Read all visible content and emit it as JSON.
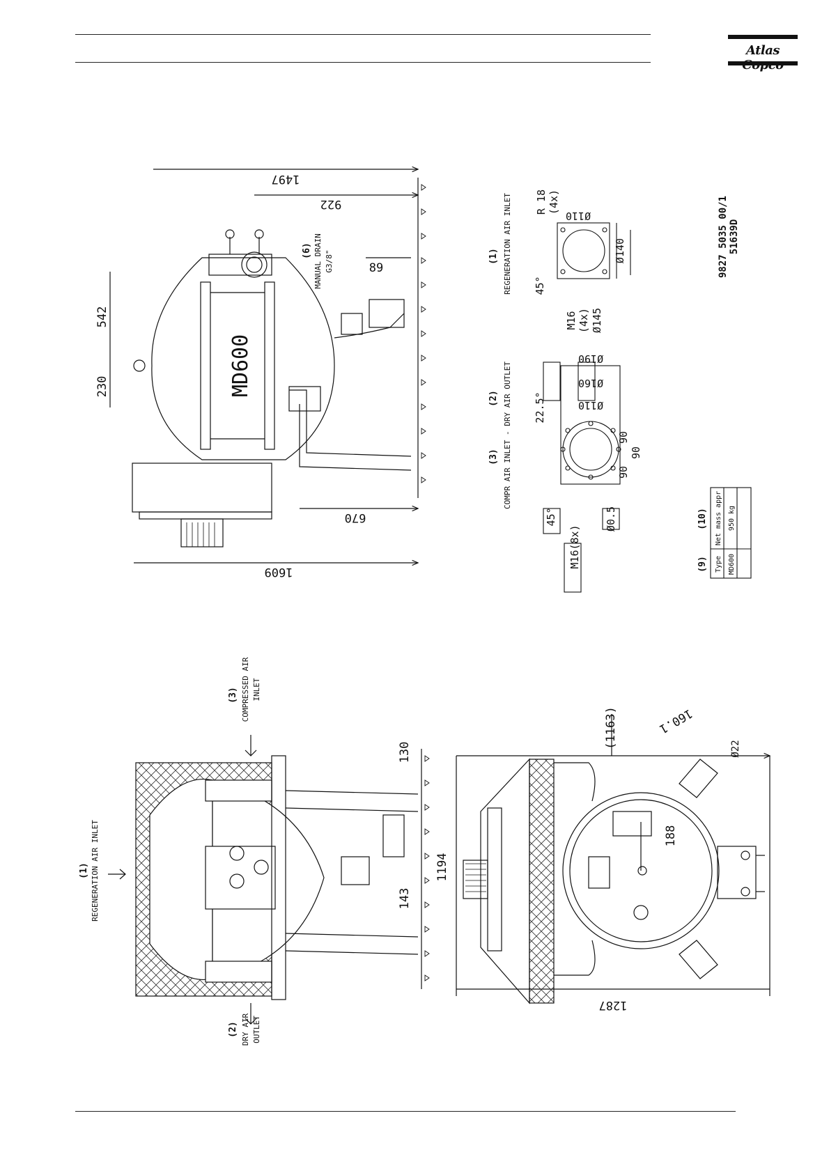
{
  "header": {
    "logo_text": "Atlas Copco"
  },
  "doc": {
    "number": "9827 5035 00/1",
    "drawing": "51639D"
  },
  "top_view": {
    "dims": {
      "d1497": "1497",
      "d922": "922",
      "d542": "542",
      "d230": "230",
      "d89": "89",
      "d670": "670",
      "d1609": "1609"
    },
    "model_label": "MD600",
    "drain_ref": "(6)",
    "drain_label": "MANUAL DRAIN",
    "drain_size": "G3/8\""
  },
  "flanges": {
    "regen_ref": "(1)",
    "regen_label": "REGENERATION AIR INLET",
    "regen_r": "R 18",
    "regen_4x_a": "(4x)",
    "regen_d110": "Ø110",
    "regen_d140": "Ø140",
    "regen_45": "45°",
    "regen_m16": "M16",
    "regen_4x_b": "(4x)",
    "regen_d145": "Ø145",
    "dry_ref": "(2)",
    "compr_ref": "(3)",
    "compr_label": "COMPR  AIR INLET - DRY AIR OUTLET",
    "d190": "Ø190",
    "d160": "Ø160",
    "d110": "Ø110",
    "a225": "22.5°",
    "d90a": "90",
    "d90b": "90",
    "d90c": "90",
    "a45": "45°",
    "m16_8x": "M16(8x)",
    "tol": "Ø0.5"
  },
  "table": {
    "ref9": "(9)",
    "ref10": "(10)",
    "h_type": "Type",
    "h_mass": "Net mass appr",
    "r_type": "MD600",
    "r_mass": "950 kg"
  },
  "bottom_views": {
    "regen_ref": "(1)",
    "regen_label": "REGENERATION AIR INLET",
    "compr_ref": "(3)",
    "compr_label_1": "COMPRESSED AIR",
    "compr_label_2": "INLET",
    "dry_ref": "(2)",
    "dry_label_1": "DRY AIR",
    "dry_label_2": "OUTLET",
    "d130": "130",
    "d143": "143",
    "d1194": "1194",
    "d1163": "(1163)",
    "d160": "160.1",
    "d22": "Ø22",
    "d188": "188",
    "d1287": "1287"
  }
}
